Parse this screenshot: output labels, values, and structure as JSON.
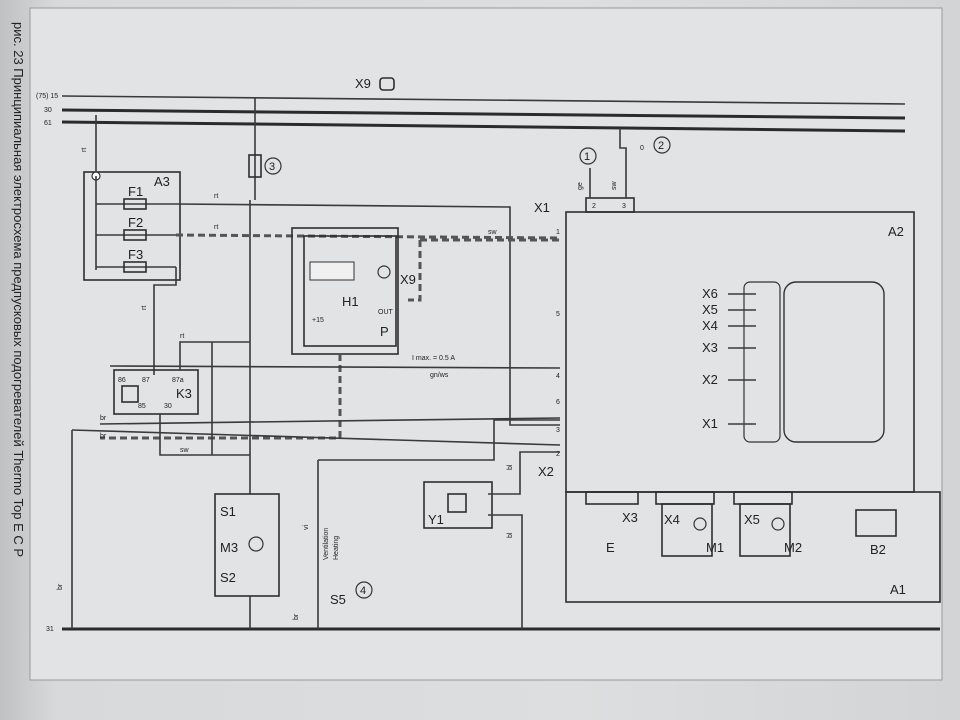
{
  "caption": "рис. 23 Принципиальная электросхема предпусковых подогревателей Thermo Top E C P",
  "rails": [
    "(75) 15",
    "30",
    "61",
    "31"
  ],
  "components": {
    "A1": "A1",
    "A2": "A2",
    "A3": "A3",
    "K3": "K3",
    "H1": "H1",
    "P": "P",
    "Y1": "Y1",
    "E": "E",
    "M1": "M1",
    "M2": "M2",
    "M3": "M3",
    "B2": "B2",
    "S1": "S1",
    "S2": "S2",
    "S5": "S5",
    "F1": "F1",
    "F2": "F2",
    "F3": "F3"
  },
  "connectors": {
    "X1": "X1",
    "X2": "X2",
    "X3": "X3",
    "X4": "X4",
    "X5": "X5",
    "X6": "X6",
    "X9": "X9"
  },
  "circled": [
    "1",
    "2",
    "3",
    "4"
  ],
  "wire_colors": {
    "rt": "rt",
    "sw": "sw",
    "br": "br",
    "bl": "bl",
    "ge": "ge",
    "vi": "vi",
    "gnws": "gn/ws"
  },
  "notes": {
    "imax": "I max. = 0.5 A",
    "ventilation": "Ventilation",
    "heating": "Heating",
    "out": "OUT",
    "plus15": "+15",
    "zero": "0"
  },
  "k3_pins": [
    "86",
    "87",
    "87a",
    "85",
    "30"
  ],
  "pins": {
    "p1": "1",
    "p2": "2",
    "p3": "3",
    "p4": "4",
    "p5": "5",
    "p6": "6"
  }
}
